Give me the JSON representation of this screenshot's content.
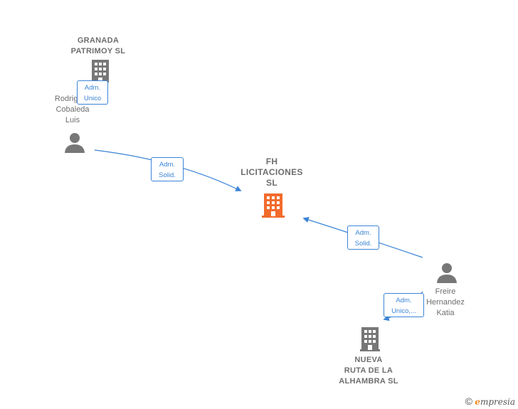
{
  "nodes": {
    "main_company": {
      "name": "FH\nLICITACIONES\nSL",
      "color": "#f26b2c"
    },
    "granada": {
      "name": "GRANADA\nPATRIMOY SL"
    },
    "rodriguez": {
      "name": "Rodriguez\nCobaleda\nLuis"
    },
    "freire": {
      "name": "Freire\nHernandez\nKatia"
    },
    "nueva": {
      "name": "NUEVA\nRUTA DE LA\nALHAMBRA SL"
    }
  },
  "relations": {
    "granada_rodriguez": "Adm.\nUnico",
    "rodriguez_main": "Adm.\nSolid.",
    "freire_main": "Adm.\nSolid.",
    "freire_nueva": "Adm.\nUnico,..."
  },
  "colors": {
    "edge": "#3b84d6",
    "node_gray": "#777777"
  },
  "footer": {
    "copyright_symbol": "©",
    "brand_first": "e",
    "brand_rest": "mpresia"
  }
}
